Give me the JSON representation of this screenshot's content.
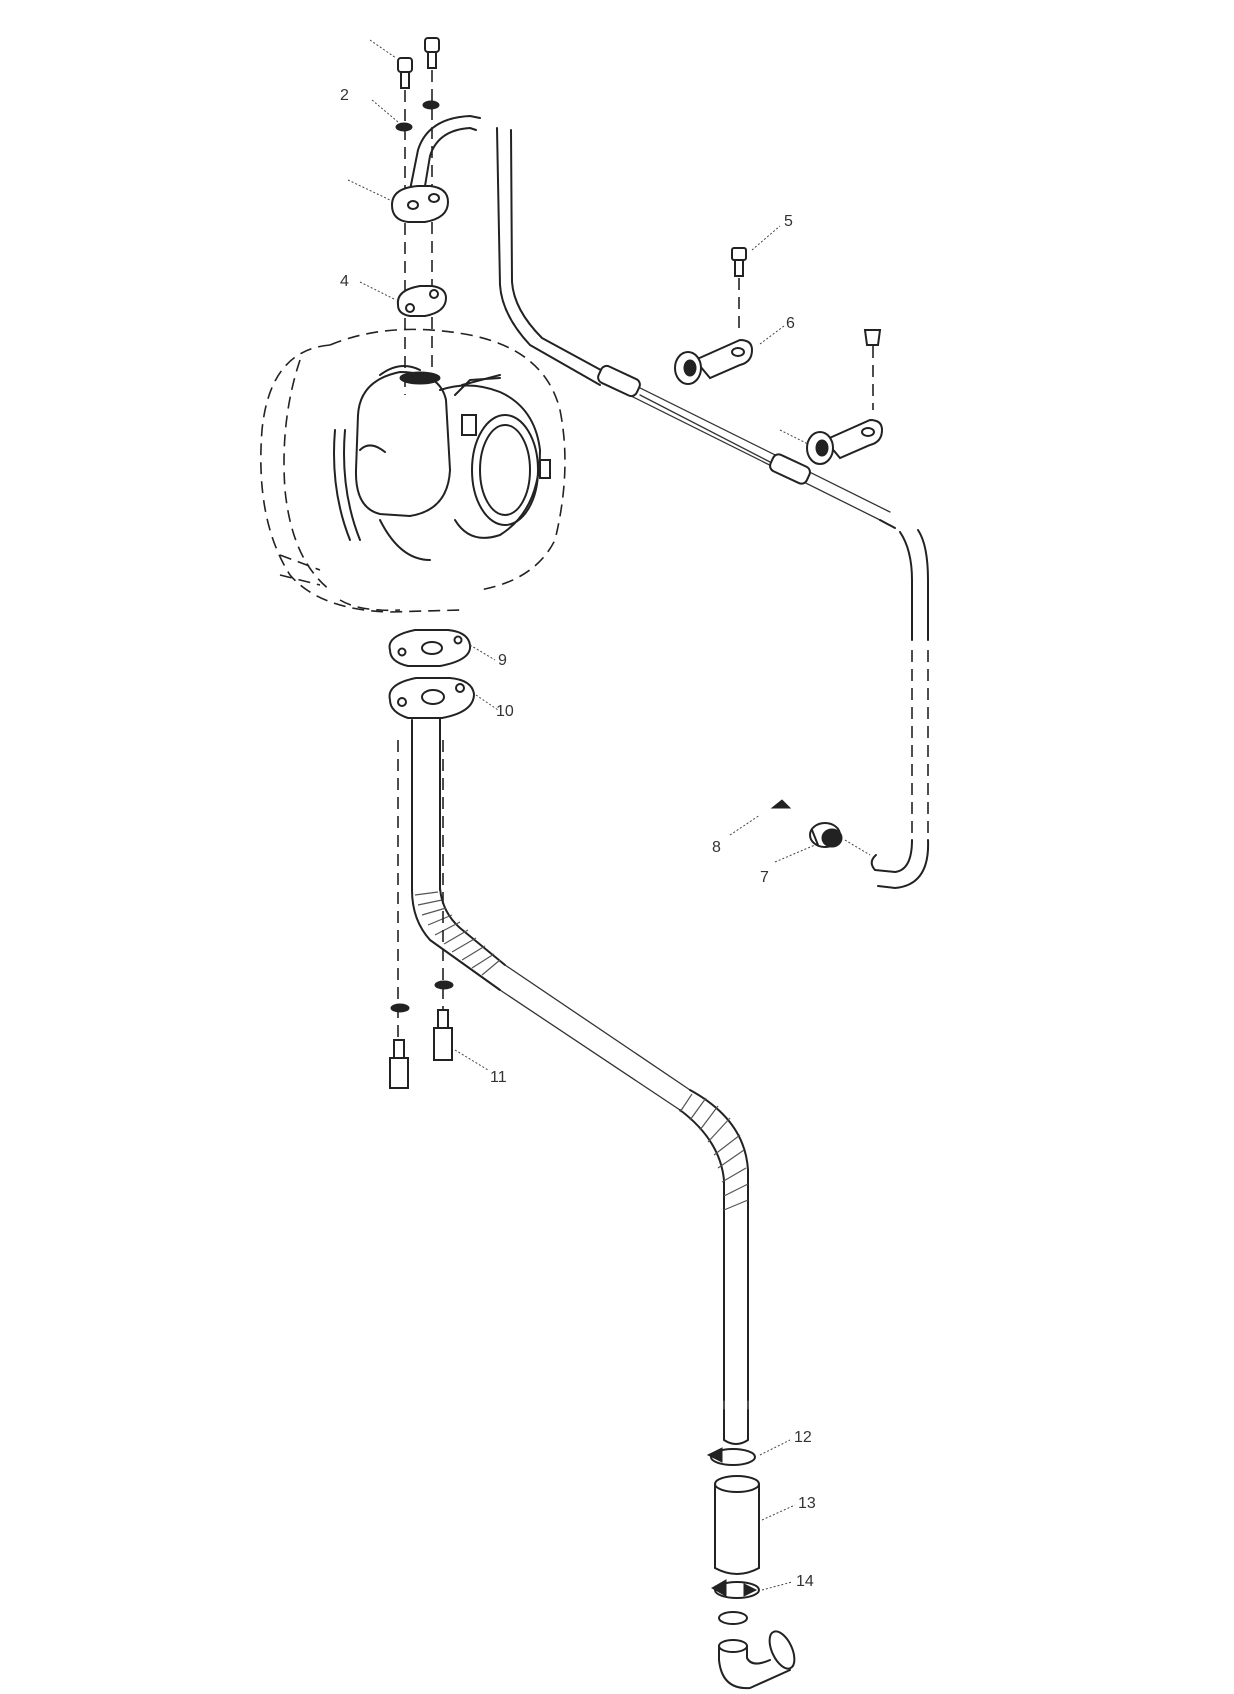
{
  "diagram": {
    "callouts": [
      {
        "id": "c2",
        "text": "2"
      },
      {
        "id": "c4",
        "text": "4"
      },
      {
        "id": "c5",
        "text": "5"
      },
      {
        "id": "c6",
        "text": "6"
      },
      {
        "id": "c7",
        "text": "7"
      },
      {
        "id": "c8",
        "text": "8"
      },
      {
        "id": "c9",
        "text": "9"
      },
      {
        "id": "c10",
        "text": "10"
      },
      {
        "id": "c11",
        "text": "11"
      },
      {
        "id": "c12",
        "text": "12"
      },
      {
        "id": "c13",
        "text": "13"
      },
      {
        "id": "c14",
        "text": "14"
      }
    ]
  }
}
